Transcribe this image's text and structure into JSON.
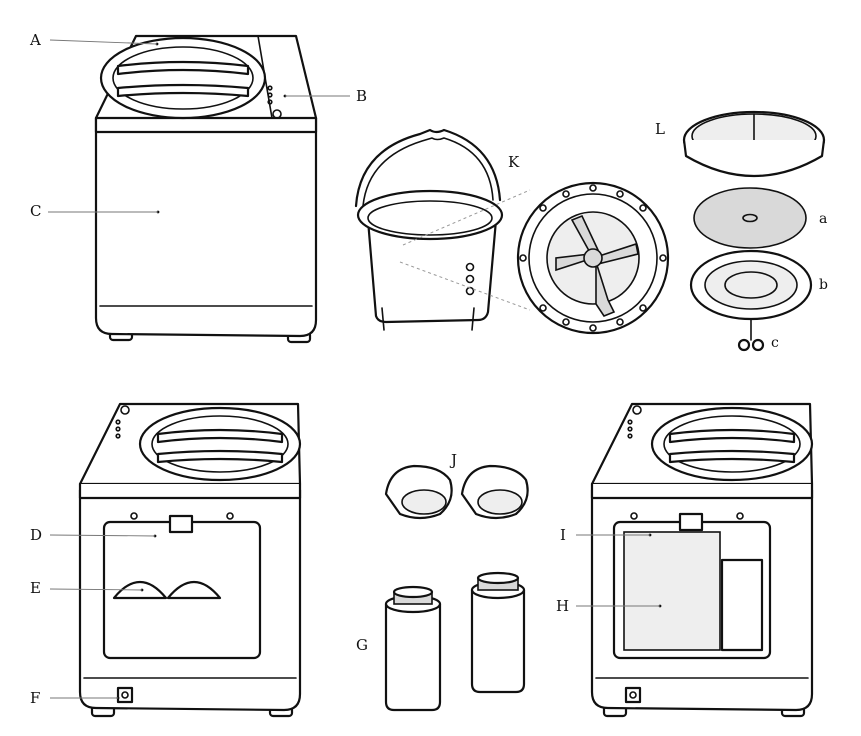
{
  "labels": {
    "A": "A",
    "B": "B",
    "C": "C",
    "D": "D",
    "E": "E",
    "F": "F",
    "G": "G",
    "H": "H",
    "I": "I",
    "J": "J",
    "K": "K",
    "L": "L",
    "a": "a",
    "b": "b",
    "c": "c"
  }
}
